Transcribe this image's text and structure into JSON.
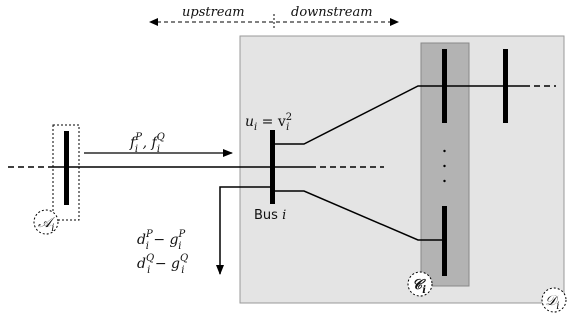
{
  "direction": {
    "upstream": "upstream",
    "downstream": "downstream"
  },
  "labels": {
    "flow": "f",
    "flow_sup_p": "P",
    "flow_sub_i": "i",
    "flow_sep": " , ",
    "flow_sup_q": "Q",
    "voltage_u": "u",
    "voltage_sub": "i",
    "voltage_eq": " = v",
    "voltage_sup": "2",
    "bus": "Bus ",
    "bus_index": "i",
    "demand_d": "d",
    "demand_g": "g",
    "minus": " − ",
    "sup_p": "P",
    "sup_q": "Q",
    "sub_i": "i",
    "set_a": "𝒜",
    "set_c": "𝒞",
    "set_d": "𝒟",
    "set_sub": "i"
  },
  "colors": {
    "downstream_region": "#e4e4e4",
    "children_region": "#b3b3b3",
    "line": "#000000"
  }
}
